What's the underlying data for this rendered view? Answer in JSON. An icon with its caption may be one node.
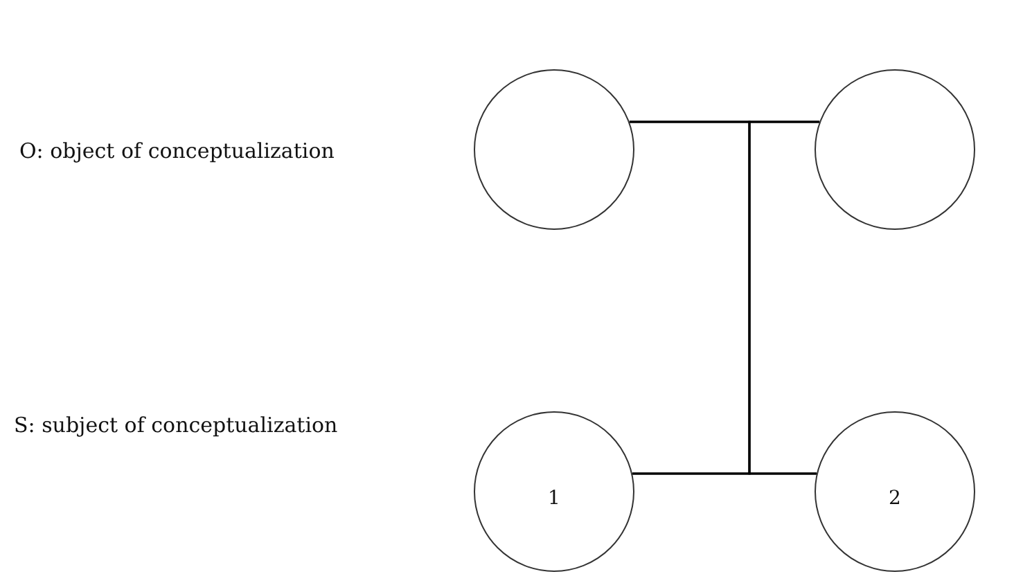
{
  "diagram": {
    "nodes": [
      {
        "text": [],
        "shape": "circle"
      },
      {
        "text": [],
        "shape": "circle"
      },
      {
        "text": [
          "1"
        ]
      },
      {
        "text": [
          "2"
        ]
      }
    ],
    "edges": [
      {
        "from": 0,
        "to": 1,
        "arrow": "none"
      },
      {
        "from": 2,
        "to": 3,
        "arrow": "none"
      },
      {
        "from": 0,
        "to": 2,
        "arrow": "none"
      },
      {
        "from": 1,
        "to": 3,
        "arrow": "none"
      }
    ],
    "labels": [
      "O: object of conceptualization",
      "S: subject of conceptualization"
    ]
  }
}
